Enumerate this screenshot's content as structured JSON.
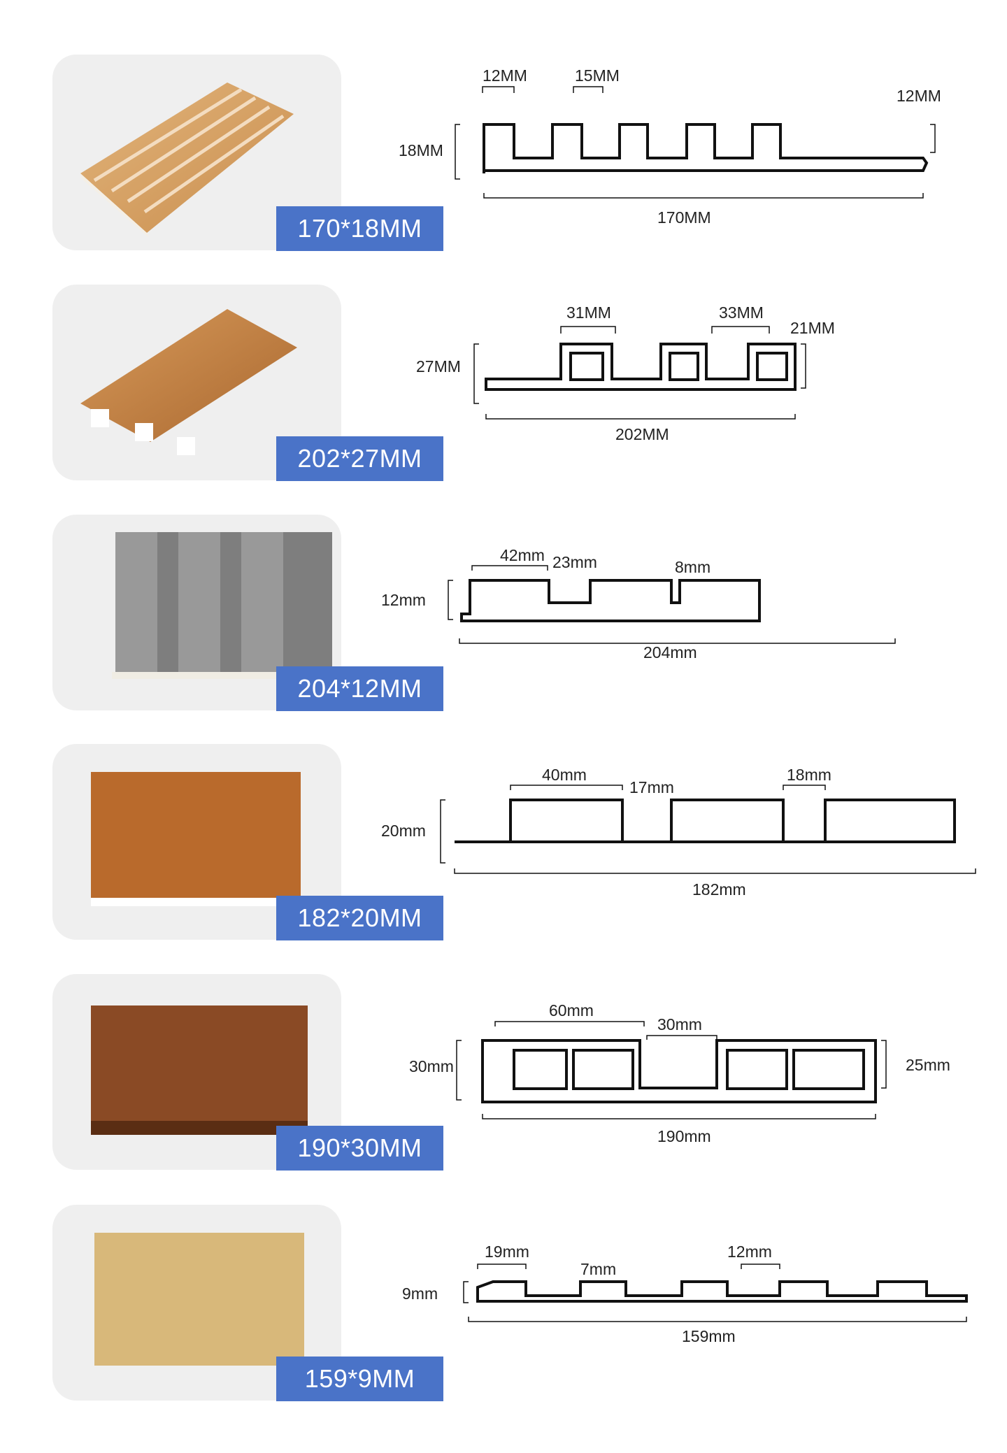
{
  "colors": {
    "badge": "#4a73c8",
    "card_bg": "#efefef",
    "outline": "#111111"
  },
  "panels": [
    {
      "size_label": "170*18MM",
      "material": "light-oak",
      "dims": {
        "height": "18MM",
        "width": "170MM",
        "a": "12MM",
        "b": "15MM",
        "c": "12MM"
      }
    },
    {
      "size_label": "202*27MM",
      "material": "honey-teak",
      "dims": {
        "height": "27MM",
        "width": "202MM",
        "a": "31MM",
        "b": "33MM",
        "c": "21MM"
      }
    },
    {
      "size_label": "204*12MM",
      "material": "grey-wood",
      "dims": {
        "height": "12mm",
        "width": "204mm",
        "a": "42mm",
        "b": "23mm",
        "c": "8mm"
      }
    },
    {
      "size_label": "182*20MM",
      "material": "walnut-orange",
      "dims": {
        "height": "20mm",
        "width": "182mm",
        "a": "40mm",
        "b": "17mm",
        "c": "18mm"
      }
    },
    {
      "size_label": "190*30MM",
      "material": "dark-walnut",
      "dims": {
        "height": "30mm",
        "width": "190mm",
        "a": "60mm",
        "b": "30mm",
        "c": "25mm"
      }
    },
    {
      "size_label": "159*9MM",
      "material": "pine-yellow",
      "dims": {
        "height": "9mm",
        "width": "159mm",
        "a": "19mm",
        "b": "7mm",
        "c": "12mm"
      }
    }
  ]
}
